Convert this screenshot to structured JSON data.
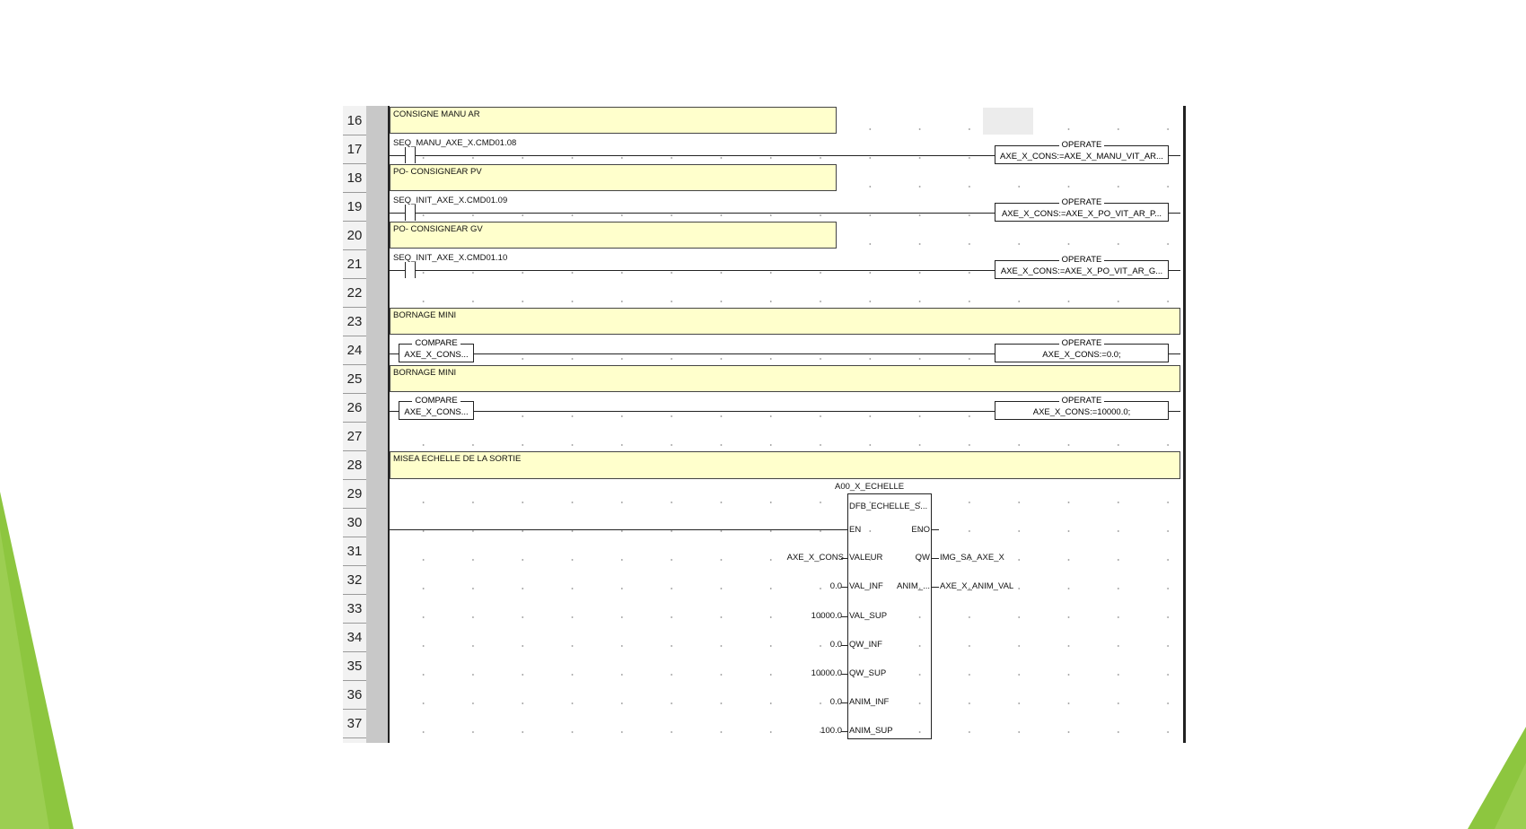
{
  "colors": {
    "accent_green": "#8dc63f",
    "comment_fill": "#ffffcc",
    "rail": "#222222"
  },
  "row_numbers": [
    "16",
    "17",
    "18",
    "19",
    "20",
    "21",
    "22",
    "23",
    "24",
    "25",
    "26",
    "27",
    "28",
    "29",
    "30",
    "31",
    "32",
    "33",
    "34",
    "35",
    "36",
    "37"
  ],
  "comments": {
    "c16": "CONSIGNE MANU AR",
    "c18": "PO- CONSIGNEAR PV",
    "c20": "PO- CONSIGNEAR GV",
    "c23": "BORNAGE MINI",
    "c25": "BORNAGE MINI",
    "c28": "MISEA ECHELLE DE LA SORTIE"
  },
  "contacts": {
    "r17": "SEQ_MANU_AXE_X.CMD01.08",
    "r19": "SEQ_INIT_AXE_X.CMD01.09",
    "r21": "SEQ_INIT_AXE_X.CMD01.10"
  },
  "blocks": {
    "operate_title": "OPERATE",
    "compare_title": "COMPARE",
    "op17": "AXE_X_CONS:=AXE_X_MANU_VIT_AR...",
    "op19": "AXE_X_CONS:=AXE_X_PO_VIT_AR_P...",
    "op21": "AXE_X_CONS:=AXE_X_PO_VIT_AR_G...",
    "cmp24": "AXE_X_CONS...",
    "op24": "AXE_X_CONS:=0.0;",
    "cmp26": "AXE_X_CONS...",
    "op26": "AXE_X_CONS:=10000.0;"
  },
  "dfb": {
    "instance": "A00_X_ECHELLE",
    "type": "DFB_ECHELLE_S...",
    "in_pins": [
      "EN",
      "VALEUR",
      "VAL_INF",
      "VAL_SUP",
      "QW_INF",
      "QW_SUP",
      "ANIM_INF",
      "ANIM_SUP"
    ],
    "out_pins": [
      "ENO",
      "QW",
      "ANIM_..."
    ],
    "in_values": {
      "valeur": "AXE_X_CONS",
      "val_inf": "0.0",
      "val_sup": "10000.0",
      "qw_inf": "0.0",
      "qw_sup": "10000.0",
      "anim_inf": "0.0",
      "anim_sup": "100.0"
    },
    "out_values": {
      "qw": "IMG_SA_AXE_X",
      "anim": "AXE_X_ANIM_VAL"
    }
  }
}
